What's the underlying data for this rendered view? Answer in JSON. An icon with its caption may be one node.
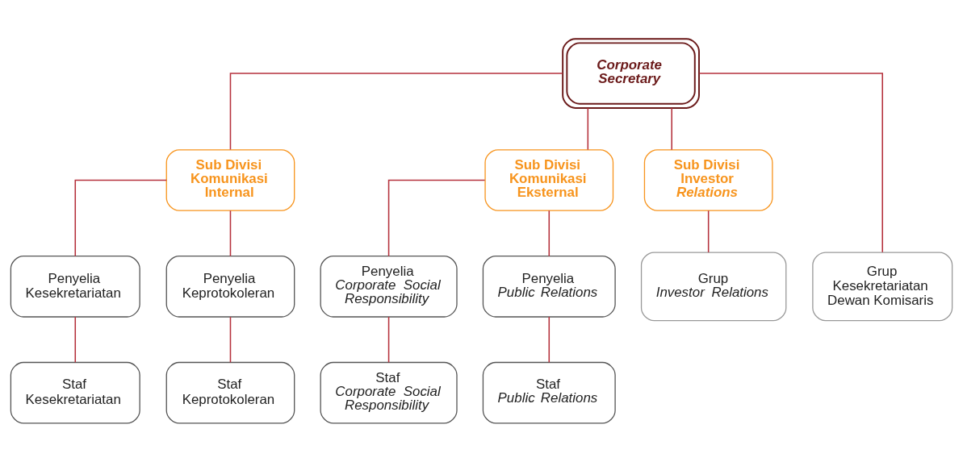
{
  "diagram": {
    "nodes": [
      {
        "text": [
          "Corporate Secretary"
        ]
      },
      {
        "text": [
          "Sub Divisi Komunikasi Internal"
        ]
      },
      {
        "text": [
          "Sub Divisi Komunikasi Eksternal"
        ]
      },
      {
        "text": [
          "Sub Divisi Investor *Relations*"
        ]
      },
      {
        "text": [
          "Penyelia Kesekretariatan"
        ]
      },
      {
        "text": [
          "Penyelia Keprotokoleran"
        ]
      },
      {
        "text": [
          "Penyelia *Corporate Social Responsibility*"
        ]
      },
      {
        "text": [
          "Penyelia *Public Relations*"
        ]
      },
      {
        "text": [
          "Grup *Investor Relations*"
        ]
      },
      {
        "text": [
          "Grup Kesekretariatan Dewan Komisaris"
        ]
      },
      {
        "text": [
          "Staf Kesekretariatan"
        ]
      },
      {
        "text": [
          "Staf Keprotokoleran"
        ]
      },
      {
        "text": [
          "Staf *Corporate Social Responsibility*"
        ]
      },
      {
        "text": [
          "Staf *Public Relations*"
        ]
      }
    ],
    "edges": [
      {
        "from": 0,
        "to": 1,
        "arrow": "none"
      },
      {
        "from": 0,
        "to": 2,
        "arrow": "none"
      },
      {
        "from": 0,
        "to": 3,
        "arrow": "none"
      },
      {
        "from": 0,
        "to": 9,
        "arrow": "none"
      },
      {
        "from": 1,
        "to": 4,
        "arrow": "none"
      },
      {
        "from": 1,
        "to": 5,
        "arrow": "none"
      },
      {
        "from": 2,
        "to": 6,
        "arrow": "none"
      },
      {
        "from": 2,
        "to": 7,
        "arrow": "none"
      },
      {
        "from": 3,
        "to": 8,
        "arrow": "none"
      },
      {
        "from": 4,
        "to": 10,
        "arrow": "none"
      },
      {
        "from": 5,
        "to": 11,
        "arrow": "none"
      },
      {
        "from": 6,
        "to": 12,
        "arrow": "none"
      },
      {
        "from": 7,
        "to": 13,
        "arrow": "none"
      }
    ]
  }
}
